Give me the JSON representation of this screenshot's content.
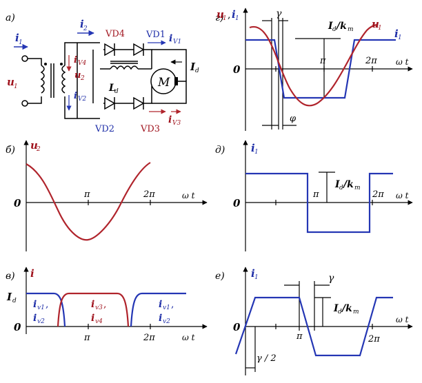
{
  "colors": {
    "blue": "#2436b4",
    "red": "#b0242c",
    "axis": "#000000"
  },
  "panels": {
    "a": {
      "letter": "а)",
      "labels": {
        "i1": "i",
        "i1_sub": "1",
        "i2": "i",
        "i2_sub": "2",
        "u1": "u",
        "u1_sub": "1",
        "u2": "u",
        "u2_sub": "2",
        "iv4": "i",
        "iv4_sub": "V4",
        "iv2": "i",
        "iv2_sub": "V2",
        "iv1": "i",
        "iv1_sub": "V1",
        "iv3": "i",
        "iv3_sub": "V3",
        "vd1": "VD1",
        "vd2": "VD2",
        "vd3": "VD3",
        "vd4": "VD4",
        "ld": "L",
        "ld_sub": "d",
        "id": "I",
        "id_sub": "d",
        "motor": "M"
      }
    },
    "g": {
      "letter": "г)",
      "u1": "u",
      "u1_sub": "1",
      "i1": "i",
      "i1_sub": "1",
      "comma": ",",
      "u1_right": "u",
      "u1_right_sub": "1",
      "i1_right": "i",
      "i1_right_sub": "1",
      "gamma": "γ",
      "phi": "φ",
      "id_kt": "I",
      "id_kt_sub": "d",
      "id_kt_rest": "/k",
      "id_kt_sub2": "т",
      "pi": "π",
      "two_pi": "2π",
      "omega_t": "ω t",
      "zero": "0"
    },
    "b": {
      "letter": "б)",
      "u2": "u",
      "u2_sub": "2",
      "pi": "π",
      "two_pi": "2π",
      "omega_t": "ω t",
      "zero": "0"
    },
    "d": {
      "letter": "д)",
      "i1": "i",
      "i1_sub": "1",
      "id_kt": "I",
      "id_kt_sub": "d",
      "id_kt_rest": "/k",
      "id_kt_sub2": "т",
      "pi": "π",
      "two_pi": "2π",
      "omega_t": "ω t",
      "zero": "0"
    },
    "v": {
      "letter": "в)",
      "i": "i",
      "id": "I",
      "id_sub": "d",
      "iv1_left": "i",
      "iv1_left_sub": "v1",
      "iv2_left": "i",
      "iv2_left_sub": "v2",
      "iv3": "i",
      "iv3_sub": "v3",
      "iv4": "i",
      "iv4_sub": "v4",
      "iv1_right": "i",
      "iv1_right_sub": "v1",
      "iv2_right": "i",
      "iv2_right_sub": "v2",
      "comma": ",",
      "pi": "π",
      "two_pi": "2π",
      "omega_t": "ω t",
      "zero": "0"
    },
    "e": {
      "letter": "е)",
      "i1": "i",
      "i1_sub": "1",
      "gamma": "γ",
      "gamma_half": "γ / 2",
      "id_kt": "I",
      "id_kt_sub": "d",
      "id_kt_rest": "/k",
      "id_kt_sub2": "т",
      "pi": "π",
      "two_pi": "2π",
      "omega_t": "ω t",
      "zero": "0"
    }
  }
}
